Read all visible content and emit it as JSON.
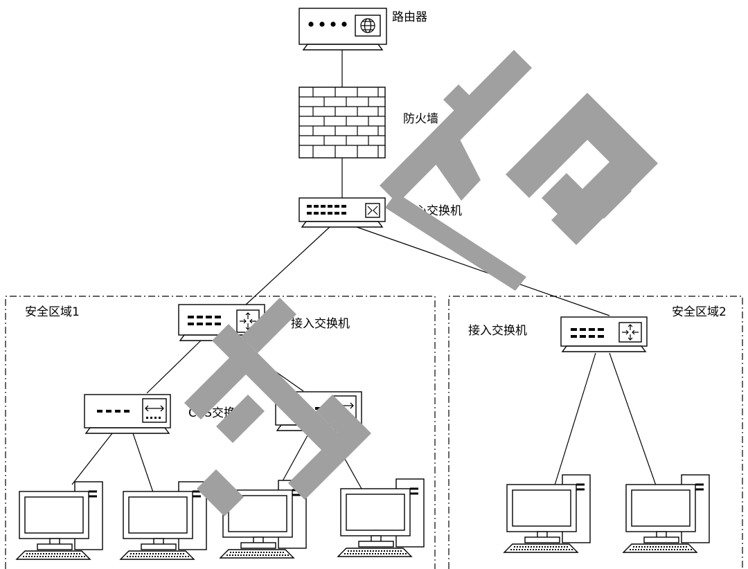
{
  "labels": {
    "router": "路由器",
    "firewall": "防火墙",
    "core_switch": "核心交换机",
    "zone1": "安全区域1",
    "zone2": "安全区域2",
    "access_switch_1": "接入交换机",
    "access_switch_2": "接入交换机",
    "cbs_switch": "CBS交换机"
  },
  "watermark": "初稿",
  "colors": {
    "watermark": "#a0a0a0",
    "line": "#000000",
    "background": "#ffffff"
  }
}
